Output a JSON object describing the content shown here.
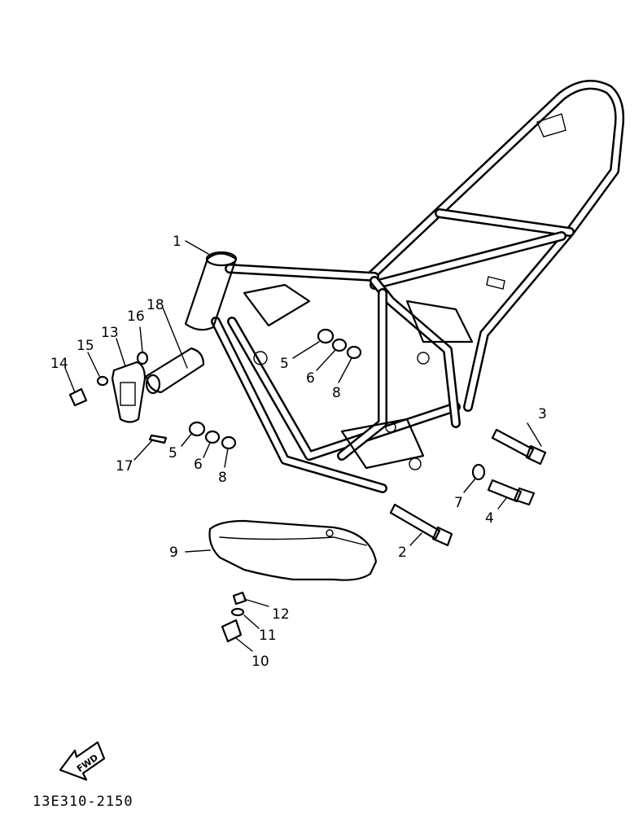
{
  "diagram": {
    "reference_code": "13E310-2150",
    "fwd_label": "FWD",
    "callouts": [
      {
        "id": "c1",
        "text": "1"
      },
      {
        "id": "c2",
        "text": "2"
      },
      {
        "id": "c3",
        "text": "3"
      },
      {
        "id": "c4",
        "text": "4"
      },
      {
        "id": "c5a",
        "text": "5"
      },
      {
        "id": "c6a",
        "text": "6"
      },
      {
        "id": "c8a",
        "text": "8"
      },
      {
        "id": "c5b",
        "text": "5"
      },
      {
        "id": "c6b",
        "text": "6"
      },
      {
        "id": "c8b",
        "text": "8"
      },
      {
        "id": "c7",
        "text": "7"
      },
      {
        "id": "c9",
        "text": "9"
      },
      {
        "id": "c10",
        "text": "10"
      },
      {
        "id": "c11",
        "text": "11"
      },
      {
        "id": "c12",
        "text": "12"
      },
      {
        "id": "c13",
        "text": "13"
      },
      {
        "id": "c14",
        "text": "14"
      },
      {
        "id": "c15",
        "text": "15"
      },
      {
        "id": "c16",
        "text": "16"
      },
      {
        "id": "c17",
        "text": "17"
      },
      {
        "id": "c18",
        "text": "18"
      }
    ]
  }
}
